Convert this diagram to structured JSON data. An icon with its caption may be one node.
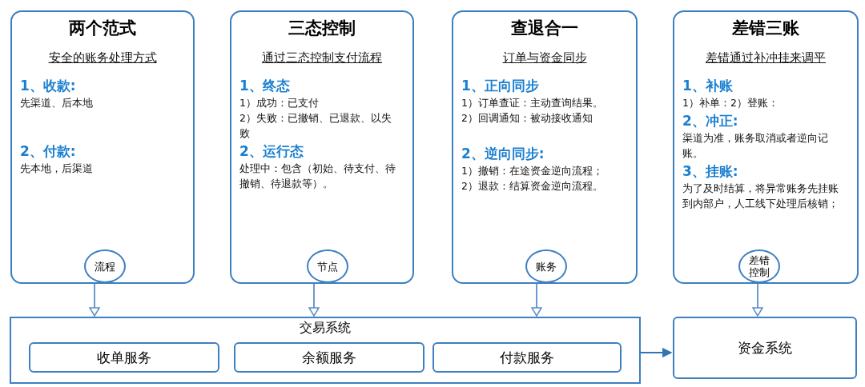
{
  "diagram": {
    "nodes": [
      {
        "text": [
          "两个范式",
          "安全的账务处理方式",
          "1、收款:",
          "先渠道、后本地",
          "2、付款:",
          "先本地，后渠道"
        ]
      },
      {
        "text": [
          "流程"
        ],
        "in": 0
      },
      {
        "text": [
          "三态控制",
          "通过三态控制支付流程",
          "1、终态",
          "1）成功：已支付",
          "2）失败：已撤销、已退款、以失败",
          "2、运行态",
          "处理中：包含（初始、待支付、待撤销、待退款等）。"
        ]
      },
      {
        "text": [
          "节点"
        ],
        "in": 2
      },
      {
        "text": [
          "查退合一",
          "订单与资金同步",
          "1、正向同步",
          "1）订单查证：主动查询结果。",
          "2）回调通知：被动接收通知",
          "2、逆向同步:",
          "1）撤销：在途资金逆向流程；",
          "2）退款：结算资金逆向流程。"
        ]
      },
      {
        "text": [
          "账务"
        ],
        "in": 4
      },
      {
        "text": [
          "差错三账",
          "差错通过补冲挂来调平",
          "1、补账",
          "1）补单：2）登账：",
          "2、冲正:",
          "渠道为准，账务取消或者逆向记账。",
          "3、挂账:",
          "为了及时结算，将异常账务先挂账到内部户，人工线下处理后核销；"
        ]
      },
      {
        "text": [
          "差错控制"
        ],
        "in": 6
      },
      {
        "text": [
          "交易系统"
        ]
      },
      {
        "text": [
          "收单服务"
        ],
        "in": 8
      },
      {
        "text": [
          "余额服务"
        ],
        "in": 8
      },
      {
        "text": [
          "付款服务"
        ],
        "in": 8
      },
      {
        "text": [
          "资金系统"
        ]
      }
    ],
    "edges": [
      {
        "from": 0,
        "to": 8,
        "arrow": "to"
      },
      {
        "from": 2,
        "to": 8,
        "arrow": "to"
      },
      {
        "from": 4,
        "to": 8,
        "arrow": "to"
      },
      {
        "from": 6,
        "to": 12,
        "arrow": "to"
      },
      {
        "from": 8,
        "to": 12,
        "arrow": "to",
        "color": "#2e75b6"
      }
    ]
  }
}
